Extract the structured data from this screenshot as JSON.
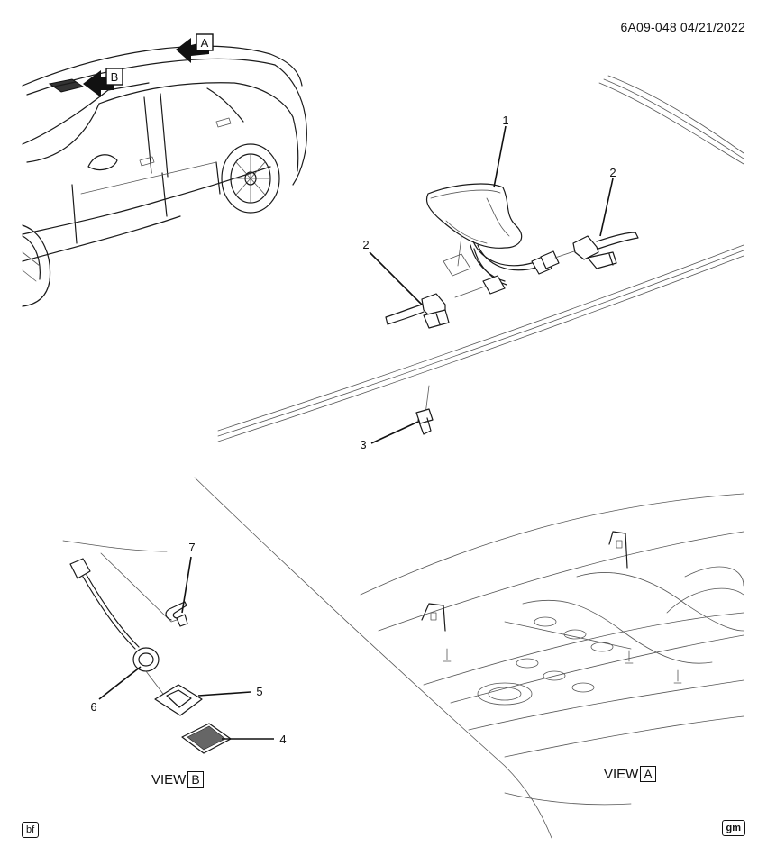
{
  "header": {
    "code": "6A09-048 04/21/2022"
  },
  "callouts": {
    "arrow_a": "A",
    "arrow_b": "B",
    "p1": "1",
    "p2a": "2",
    "p2b": "2",
    "p3": "3",
    "p4": "4",
    "p5": "5",
    "p6": "6",
    "p7": "7"
  },
  "views": {
    "b": {
      "prefix": "VIEW",
      "letter": "B"
    },
    "a": {
      "prefix": "VIEW",
      "letter": "A"
    }
  },
  "corners": {
    "left": "bf",
    "right": "gm"
  }
}
